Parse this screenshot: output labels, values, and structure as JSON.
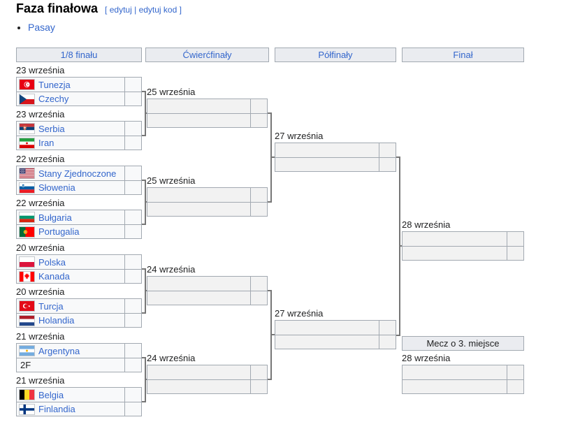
{
  "page": {
    "title": "Faza finałowa",
    "edit": {
      "open": "[",
      "edit": "edytuj",
      "sep": "|",
      "code": "edytuj kod",
      "close": "]"
    },
    "location_link": "Pasay"
  },
  "colors": {
    "link": "#3366cc",
    "box_border": "#a2a9b1",
    "connector": "#767676",
    "header_bg": "#eaecf0",
    "team_cell_bg": "#f8f9fa",
    "empty_cell_bg": "#f2f2f2"
  },
  "round_headers": [
    {
      "label": "1/8 finału"
    },
    {
      "label": "Ćwierćfinały"
    },
    {
      "label": "Półfinały"
    },
    {
      "label": "Finał"
    }
  ],
  "third_place_header": "Mecz o 3. miejsce",
  "bracket": {
    "r16": [
      {
        "date": "23 września",
        "team1": "Tunezja",
        "flag1": "tunisia",
        "score1": "",
        "team2": "Czechy",
        "flag2": "czech-republic",
        "score2": ""
      },
      {
        "date": "23 września",
        "team1": "Serbia",
        "flag1": "serbia",
        "score1": "",
        "team2": "Iran",
        "flag2": "iran",
        "score2": ""
      },
      {
        "date": "22 września",
        "team1": "Stany Zjednoczone",
        "flag1": "united-states",
        "score1": "",
        "team2": "Słowenia",
        "flag2": "slovenia",
        "score2": ""
      },
      {
        "date": "22 września",
        "team1": "Bułgaria",
        "flag1": "bulgaria",
        "score1": "",
        "team2": "Portugalia",
        "flag2": "portugal",
        "score2": ""
      },
      {
        "date": "20 września",
        "team1": "Polska",
        "flag1": "poland",
        "score1": "",
        "team2": "Kanada",
        "flag2": "canada",
        "score2": ""
      },
      {
        "date": "20 września",
        "team1": "Turcja",
        "flag1": "turkey",
        "score1": "",
        "team2": "Holandia",
        "flag2": "netherlands",
        "score2": ""
      },
      {
        "date": "21 września",
        "team1": "Argentyna",
        "flag1": "argentina",
        "score1": "",
        "team2": "2F",
        "flag2": null,
        "score2": ""
      },
      {
        "date": "21 września",
        "team1": "Belgia",
        "flag1": "belgium",
        "score1": "",
        "team2": "Finlandia",
        "flag2": "finland",
        "score2": ""
      }
    ],
    "qf": [
      {
        "date": "25 września"
      },
      {
        "date": "25 września"
      },
      {
        "date": "24 września"
      },
      {
        "date": "24 września"
      }
    ],
    "sf": [
      {
        "date": "27 września"
      },
      {
        "date": "27 września"
      }
    ],
    "final": {
      "date": "28 września"
    },
    "third_place": {
      "date": "28 września"
    }
  }
}
